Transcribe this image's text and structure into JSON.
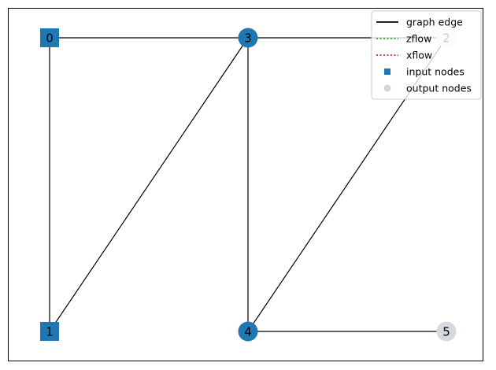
{
  "graph": {
    "nodes": [
      {
        "id": "0",
        "label": "0",
        "kind": "input",
        "col": 0,
        "row": 0,
        "color": "#1f77b4"
      },
      {
        "id": "1",
        "label": "1",
        "kind": "input",
        "col": 0,
        "row": 1,
        "color": "#1f77b4"
      },
      {
        "id": "2",
        "label": "2",
        "kind": "output",
        "col": 2,
        "row": 0,
        "color": "#eef0f2"
      },
      {
        "id": "3",
        "label": "3",
        "kind": "other",
        "col": 1,
        "row": 0,
        "color": "#1f77b4"
      },
      {
        "id": "4",
        "label": "4",
        "kind": "other",
        "col": 1,
        "row": 1,
        "color": "#1f77b4"
      },
      {
        "id": "5",
        "label": "5",
        "kind": "output",
        "col": 2,
        "row": 1,
        "color": "#d6dade"
      }
    ],
    "edges": [
      [
        "0",
        "3"
      ],
      [
        "0",
        "1"
      ],
      [
        "3",
        "2"
      ],
      [
        "3",
        "1"
      ],
      [
        "3",
        "4"
      ],
      [
        "2",
        "4"
      ],
      [
        "4",
        "5"
      ]
    ],
    "edge_color": "#000000"
  },
  "legend": {
    "position": "top-right",
    "entries": [
      {
        "label": "graph edge",
        "marker": "solid-line",
        "color": "#000000"
      },
      {
        "label": "zflow",
        "marker": "dotted-line",
        "color": "#2ca02c"
      },
      {
        "label": "xflow",
        "marker": "dotted-line",
        "color": "#d62728"
      },
      {
        "label": "input nodes",
        "marker": "square",
        "color": "#1f77b4"
      },
      {
        "label": "output nodes",
        "marker": "circle",
        "color": "#d3d7db"
      }
    ]
  }
}
